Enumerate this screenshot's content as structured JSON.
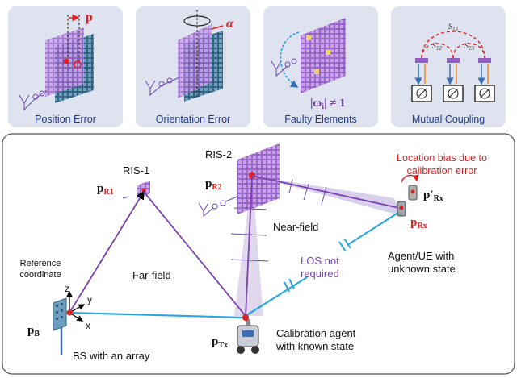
{
  "colors": {
    "panel_bg": "#dfe3f0",
    "ris": "#8e5cc2",
    "ris_dark": "#3f6e93",
    "red": "#e02020",
    "purple_line": "#7b3fb0",
    "blue_line": "#2aa7df",
    "beam": "#b8a8d8",
    "label_purple": "#7b3fb0"
  },
  "panels": [
    {
      "label": "Position Error",
      "symbol": "p"
    },
    {
      "label": "Orientation Error",
      "symbol": "α"
    },
    {
      "label": "Faulty Elements",
      "formula": "|ω",
      "formula_sub": "i",
      "formula_tail": "| ≠ 1"
    },
    {
      "label": "Mutual Coupling",
      "s13": "S",
      "s13_sub": "13",
      "s12": "S",
      "s12_sub": "12",
      "s23": "S",
      "s23_sub": "23"
    }
  ],
  "scene": {
    "ris1_title": "RIS-1",
    "ris1_point": {
      "main": "p",
      "sub": "R1"
    },
    "ris2_title": "RIS-2",
    "ris2_point": {
      "main": "p",
      "sub": "R2"
    },
    "rx_point": {
      "main": "p",
      "sub": "Rx"
    },
    "rx_biased": {
      "main": "p",
      "prime": "′",
      "sub": "Rx"
    },
    "tx_point": {
      "main": "p",
      "sub": "Tx"
    },
    "bs_point": {
      "main": "p",
      "sub": "B"
    },
    "bias_line1": "Location bias due to",
    "bias_line2": "calibration error",
    "near_field": "Near-field",
    "far_field": "Far-field",
    "los_line1": "LOS not",
    "los_line2": "required",
    "agent_line1": "Agent/UE with",
    "agent_line2": "unknown state",
    "cal_line1": "Calibration agent",
    "cal_line2": "with known state",
    "ref_line1": "Reference",
    "ref_line2": "coordinate",
    "axis_z": "z",
    "axis_y": "y",
    "axis_x": "x",
    "bs_caption": "BS with an array"
  }
}
